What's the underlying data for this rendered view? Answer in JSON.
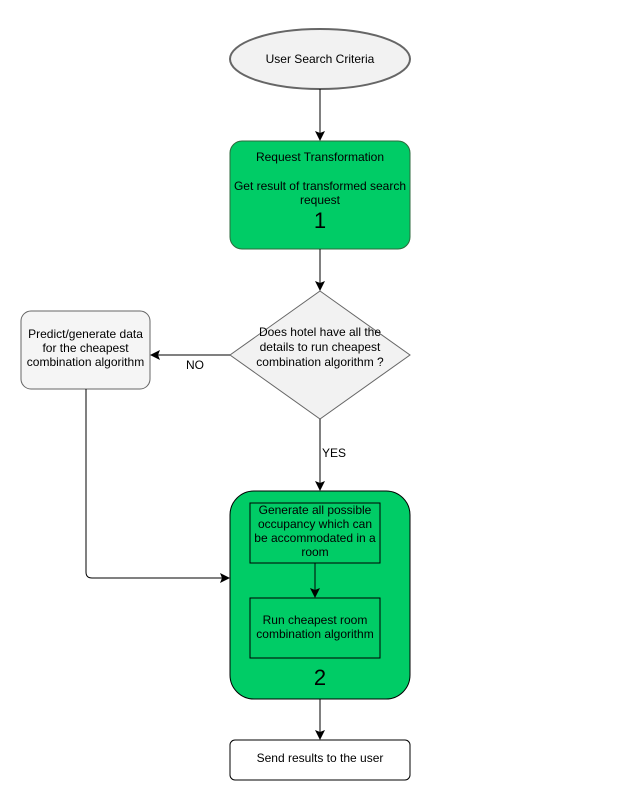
{
  "nodes": {
    "start": {
      "label": "User Search Criteria"
    },
    "request_transformation": {
      "title": "Request Transformation",
      "detail": "Get result of transformed search request",
      "step": "1"
    },
    "decision": {
      "label": "Does hotel have all the details to run cheapest combination algorithm ?"
    },
    "predict": {
      "label": "Predict/generate data for the cheapest combination algorithm"
    },
    "generate_occupancy": {
      "label": "Generate all possible occupancy which can be accommodated in a room"
    },
    "run_algorithm": {
      "label": "Run cheapest room combination algorithm"
    },
    "group2": {
      "step": "2"
    },
    "end": {
      "label": "Send results to the user"
    }
  },
  "edges": {
    "no_label": "NO",
    "yes_label": "YES"
  },
  "colors": {
    "process_green": "#00cc66",
    "process_border": "#2d6a3c",
    "light_fill": "#f2f2f2",
    "node_border": "#666666",
    "arrow": "#000000"
  }
}
